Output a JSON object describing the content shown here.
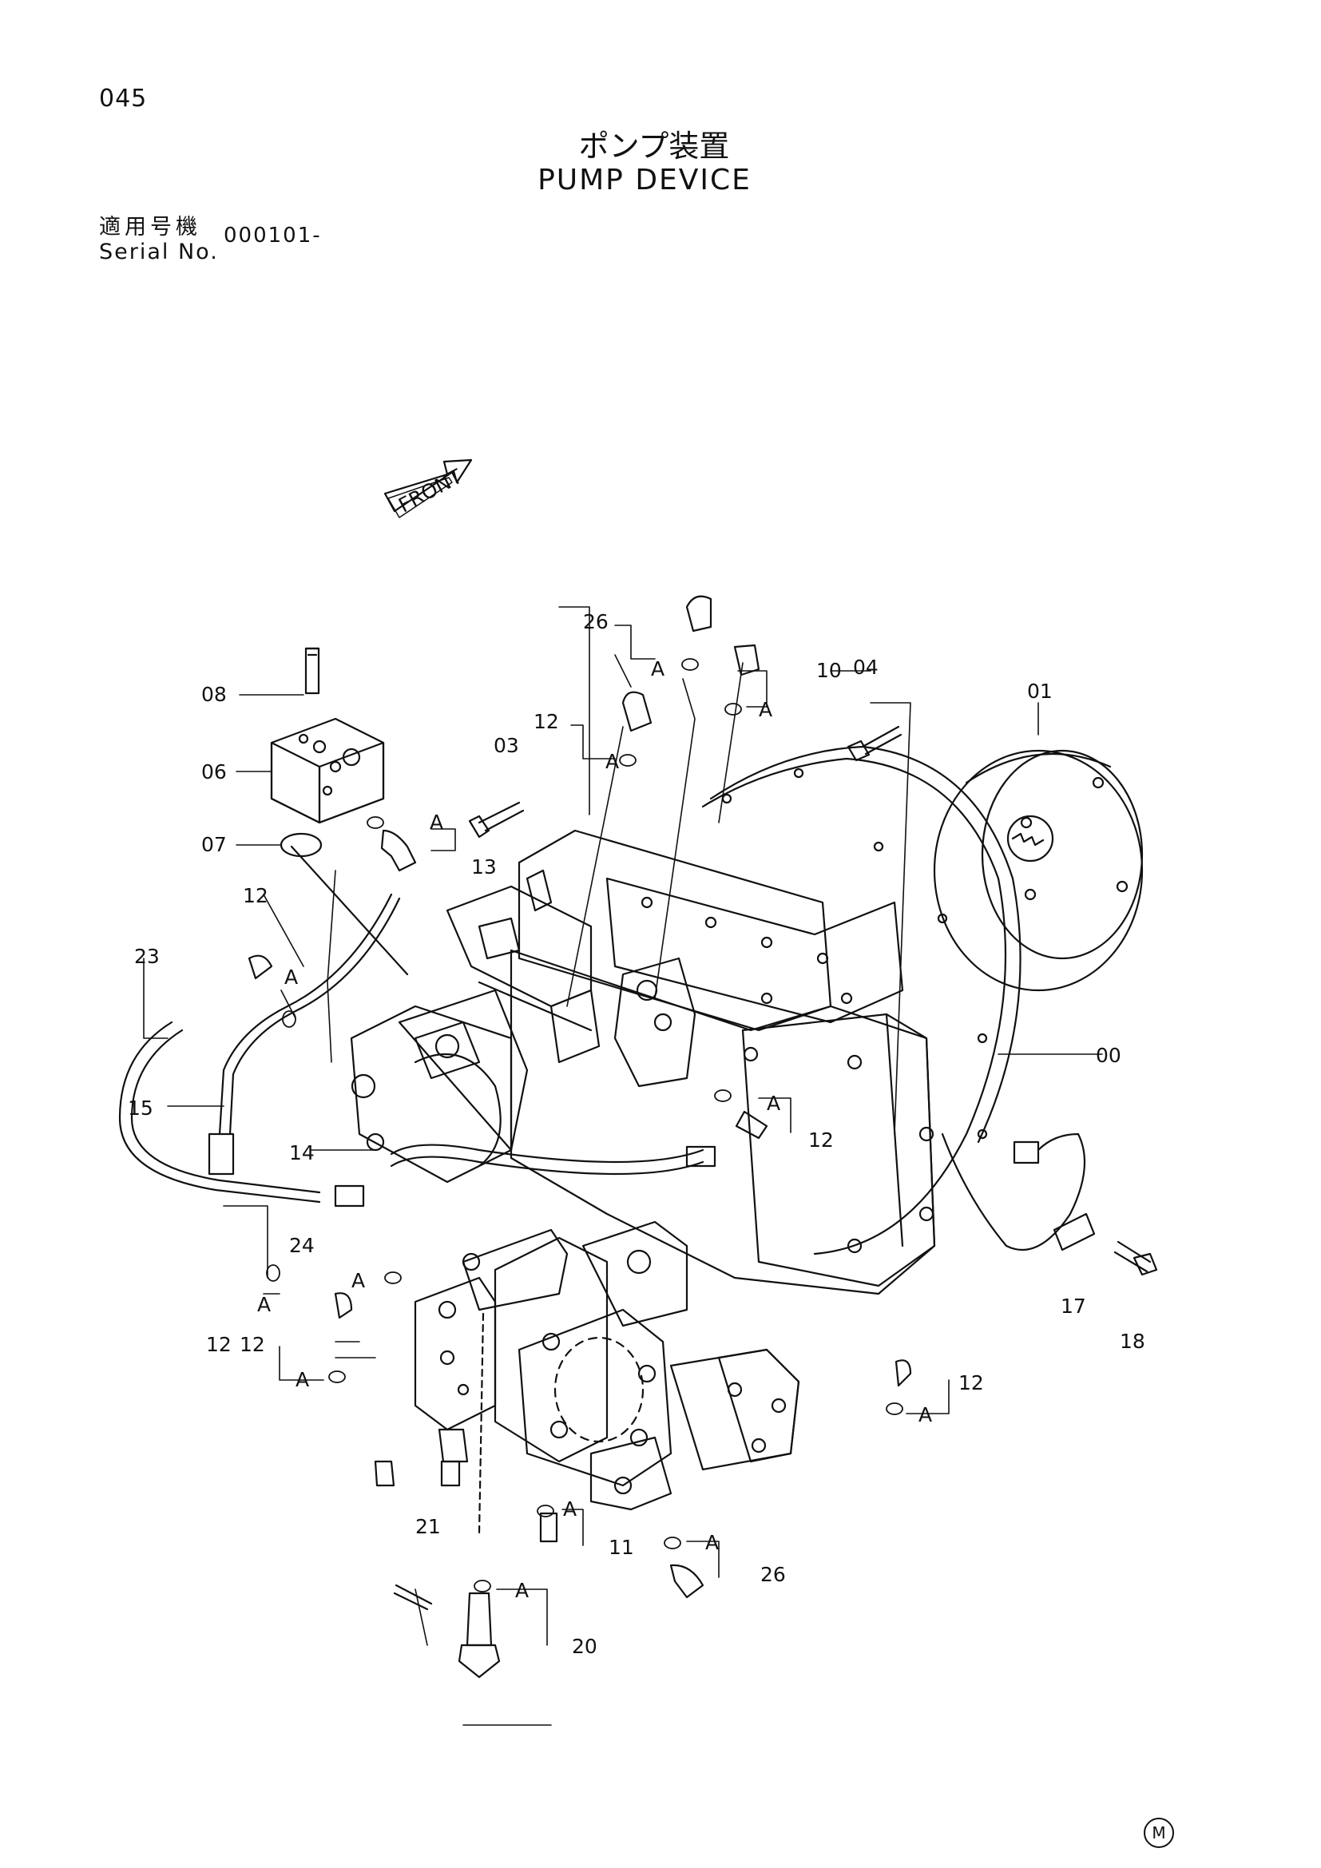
{
  "page_number": "045",
  "title_jp": "ポンプ装置",
  "title_en": "PUMP DEVICE",
  "serial": {
    "label_jp": "適用号機",
    "label_en": "Serial No.",
    "value": "000101-"
  },
  "front_label": "FRONT",
  "callouts": [
    "00",
    "01",
    "03",
    "04",
    "06",
    "07",
    "08",
    "10",
    "11",
    "12",
    "13",
    "14",
    "15",
    "17",
    "18",
    "20",
    "21",
    "23",
    "24",
    "26"
  ],
  "ring_group_label": "A",
  "corner_mark": "M"
}
